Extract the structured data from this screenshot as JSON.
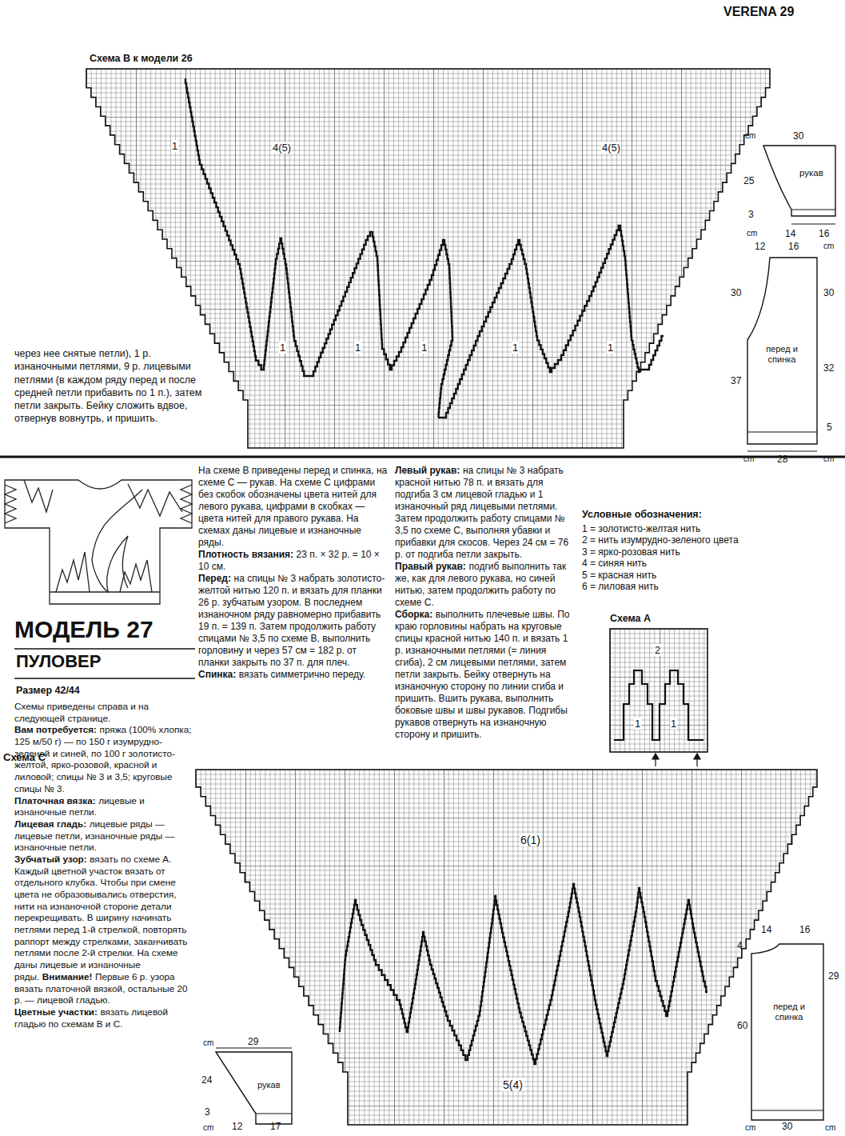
{
  "diagram": {
    "title": "МОДЕЛЬ 27",
    "nodes": [
      {
        "text": [
          "Схема В к модели 26",
          "1",
          "4(5)",
          "4(5)",
          "1",
          "1",
          "1",
          "1",
          "1"
        ]
      },
      {
        "text": [
          "рукав"
        ]
      },
      {
        "text": [
          "перед и спинка"
        ]
      },
      {
        "text": [
          "Схема А",
          "2",
          "1",
          "1"
        ]
      },
      {
        "text": [
          "Схема С",
          "6(1)",
          "5(4)"
        ]
      },
      {
        "text": [
          "рукав"
        ]
      },
      {
        "text": [
          "перед и спинка"
        ]
      }
    ],
    "labels": [
      "VERENA 29",
      "через нее снятые петли), 1 р. изнаночными петлями, 9 р. лицевыми петлями (в каждом ряду перед и после средней петли прибавить по 1 п.), затем петли закрыть. Бейку сложить вдвое, отвернув вовнутрь, и пришить.",
      "cm",
      "30",
      "25",
      "3",
      "cm",
      "14",
      "16",
      "12",
      "16",
      "cm",
      "30",
      "37",
      "30",
      "32",
      "5",
      "cm",
      "28",
      "cm",
      "ПУЛОВЕР",
      "Размер 42/44",
      "Схемы приведены справа и на следующей странице.",
      "Вам потребуется:",
      "пряжа (100% хлопка; 125 м/50 г) — по 150 г изумрудно-зеленой и синей, по 100 г золотисто-желтой, ярко-розовой, красной и лиловой; спицы № 3 и 3,5; круговые спицы № 3.",
      "Платочная вязка:",
      "лицевые и изнаночные петли. ",
      "Лицевая гладь:",
      "лицевые ряды — лицевые петли, изнаночные ряды — изнаночные петли.",
      "Зубчатый узор:",
      "вязать по схеме А. Каждый цветной участок вязать от отдельного клубка. Чтобы при смене цвета не образовывались отверстия, нити на изнаночной стороне детали перекрещивать. В ширину начинать петлями перед 1-й стрелкой, повторять раппорт между стрелками, заканчивать петлями после 2-й стрелки. На схеме даны лицевые и изнаночные ряды.",
      "Внимание!",
      "Первые 6 р. узора вязать платочной вязкой, остальные 20 р. — лицевой гладью.",
      "Цветные участки:",
      "вязать лицевой гладью по схемам В и С.",
      "На схеме В приведены перед и спинка, на схеме С — рукав. На схеме С цифрами без скобок обозначены цвета нитей для левого рукава, цифрами в скобках — цвета нитей для правого рукава. На схемах даны лицевые и изнаночные ряды.",
      "Плотность вязания:",
      "23 п. × 32 р. = 10 × 10 см.",
      "Перед:",
      "на спицы № 3 набрать золотисто-желтой нитью 120 п. и вязать для планки 26 р. зубчатым узором. В последнем изнаночном ряду равномерно прибавить 19 п. = 139 п. Затем продолжить работу спицами № 3,5 по схеме В, выполнить горловину и через 57 см = 182 р. от планки закрыть по 37 п. для плеч.",
      "Спинка:",
      "вязать симметрично переду.",
      "Левый рукав:",
      "на спицы № 3 набрать красной нитью 78 п. и вязать для подгиба 3 см лицевой гладью и 1 изнаночный ряд лицевыми петлями. Затем продолжить работу спицами № 3,5 по схеме С, выполняя убавки и прибавки для скосов. Через 24 см = 76 р. от подгиба петли закрыть.",
      "Правый рукав:",
      "подгиб выполнить так же, как для левого рукава, но синей нитью, затем продолжить работу по схеме С.",
      "Сборка:",
      "выполнить плечевые швы. По краю горловины набрать на круговые спицы красной нитью 140 п. и вязать 1 р. изнаночными петлями (= линия сгиба), 2 см лицевыми петлями, затем петли закрыть. Бейку отвернуть на изнаночную сторону по линии сгиба и пришить. Вшить рукава, выполнить боковые швы и швы рукавов. Подгибы рукавов отвернуть на изнаночную сторону и пришить.",
      "Условные обозначения:",
      "14",
      "16",
      "4",
      "29",
      "60",
      "cm",
      "30",
      "cm",
      "cm",
      "29",
      "24",
      "3",
      "cm",
      "12",
      "17"
    ],
    "legend": [
      {
        "text": "1 = золотисто-желтая нить"
      },
      {
        "text": "2 = нить изумрудно-зеленого цвета"
      },
      {
        "text": "3 = ярко-розовая нить"
      },
      {
        "text": "4 = синяя нить"
      },
      {
        "text": "5 = красная нить"
      },
      {
        "text": "6 = лиловая нить"
      }
    ]
  }
}
